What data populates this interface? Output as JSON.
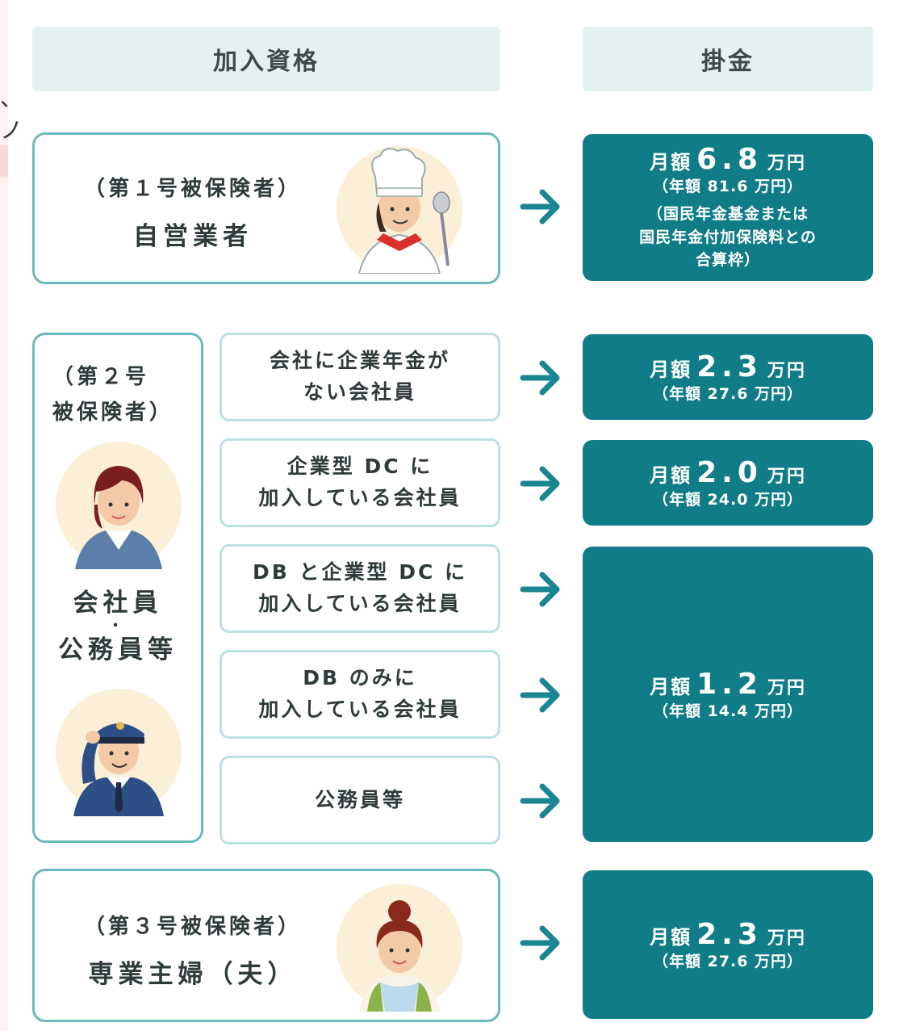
{
  "headers": {
    "left": "加入資格",
    "right": "掛金"
  },
  "group1": {
    "category": "（第１号被保険者）",
    "label": "自営業者",
    "amount": {
      "prefix": "月額",
      "number": "6.8",
      "unit": "万円",
      "yearly": "（年額 81.6 万円）"
    },
    "note_lines": [
      "（国民年金基金または",
      "国民年金付加保険料との",
      "合算枠）"
    ]
  },
  "group2": {
    "category_lines": [
      "（第２号",
      "被保険者）"
    ],
    "label_lines": [
      "会社員",
      "・",
      "公務員等"
    ],
    "items": [
      {
        "lines": [
          "会社に企業年金が",
          "ない会社員"
        ]
      },
      {
        "lines": [
          "企業型 DC に",
          "加入している会社員"
        ]
      },
      {
        "lines": [
          "DB と企業型 DC に",
          "加入している会社員"
        ]
      },
      {
        "lines": [
          "DB のみに",
          "加入している会社員"
        ]
      },
      {
        "lines": [
          "公務員等"
        ]
      }
    ],
    "amounts": [
      {
        "prefix": "月額",
        "number": "2.3",
        "unit": "万円",
        "yearly": "（年額 27.6 万円）"
      },
      {
        "prefix": "月額",
        "number": "2.0",
        "unit": "万円",
        "yearly": "（年額 24.0 万円）"
      },
      {
        "prefix": "月額",
        "number": "1.2",
        "unit": "万円",
        "yearly": "（年額 14.4 万円）"
      }
    ]
  },
  "group3": {
    "category": "（第３号被保険者）",
    "label": "専業主婦（夫）",
    "amount": {
      "prefix": "月額",
      "number": "2.3",
      "unit": "万円",
      "yearly": "（年額 27.6 万円）"
    }
  },
  "colors": {
    "teal": "#0f7c87",
    "border": "#6bb9bd",
    "header_bg": "#e3f1f1"
  },
  "icons": {
    "arrow": "arrow-right-icon",
    "avatars": [
      "chef-avatar-icon",
      "office-woman-avatar-icon",
      "officer-avatar-icon",
      "housewife-avatar-icon"
    ]
  }
}
